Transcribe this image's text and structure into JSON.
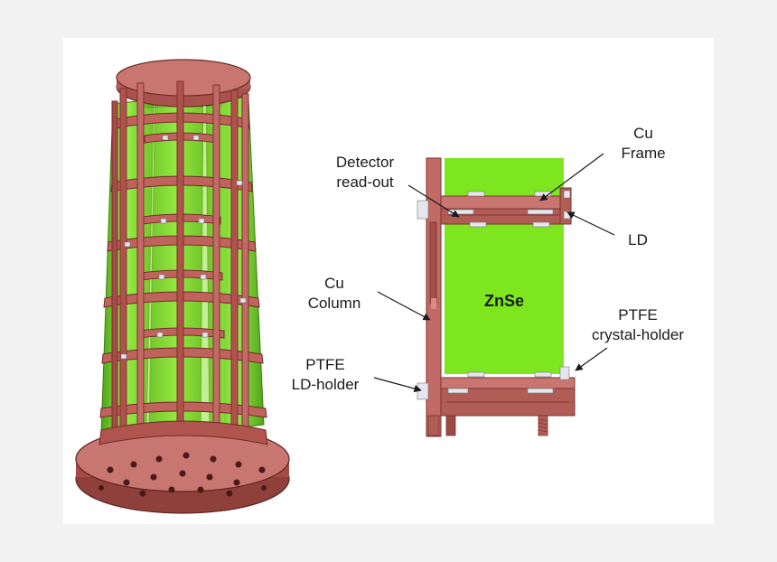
{
  "labels": {
    "detector_readout": [
      "Detector",
      "read-out"
    ],
    "cu_frame": [
      "Cu",
      "Frame"
    ],
    "ld": "LD",
    "cu_column": [
      "Cu",
      "Column"
    ],
    "crystal": "ZnSe",
    "ptfe_crystal_holder": [
      "PTFE",
      "crystal-holder"
    ],
    "ptfe_ld_holder": [
      "PTFE",
      "LD-holder"
    ]
  },
  "colors": {
    "copper": "#c26a65",
    "copper_dark": "#7a3330",
    "copper_light": "#e0a29c",
    "crystal_green": "#7ee61e",
    "crystal_green_dark": "#4d9a12",
    "ptfe": "#d9d9e6",
    "background": "#f2f2f2",
    "panel": "#ffffff"
  },
  "icons": {
    "tower": "detector-tower-3d",
    "module": "detector-module-cross-section"
  }
}
